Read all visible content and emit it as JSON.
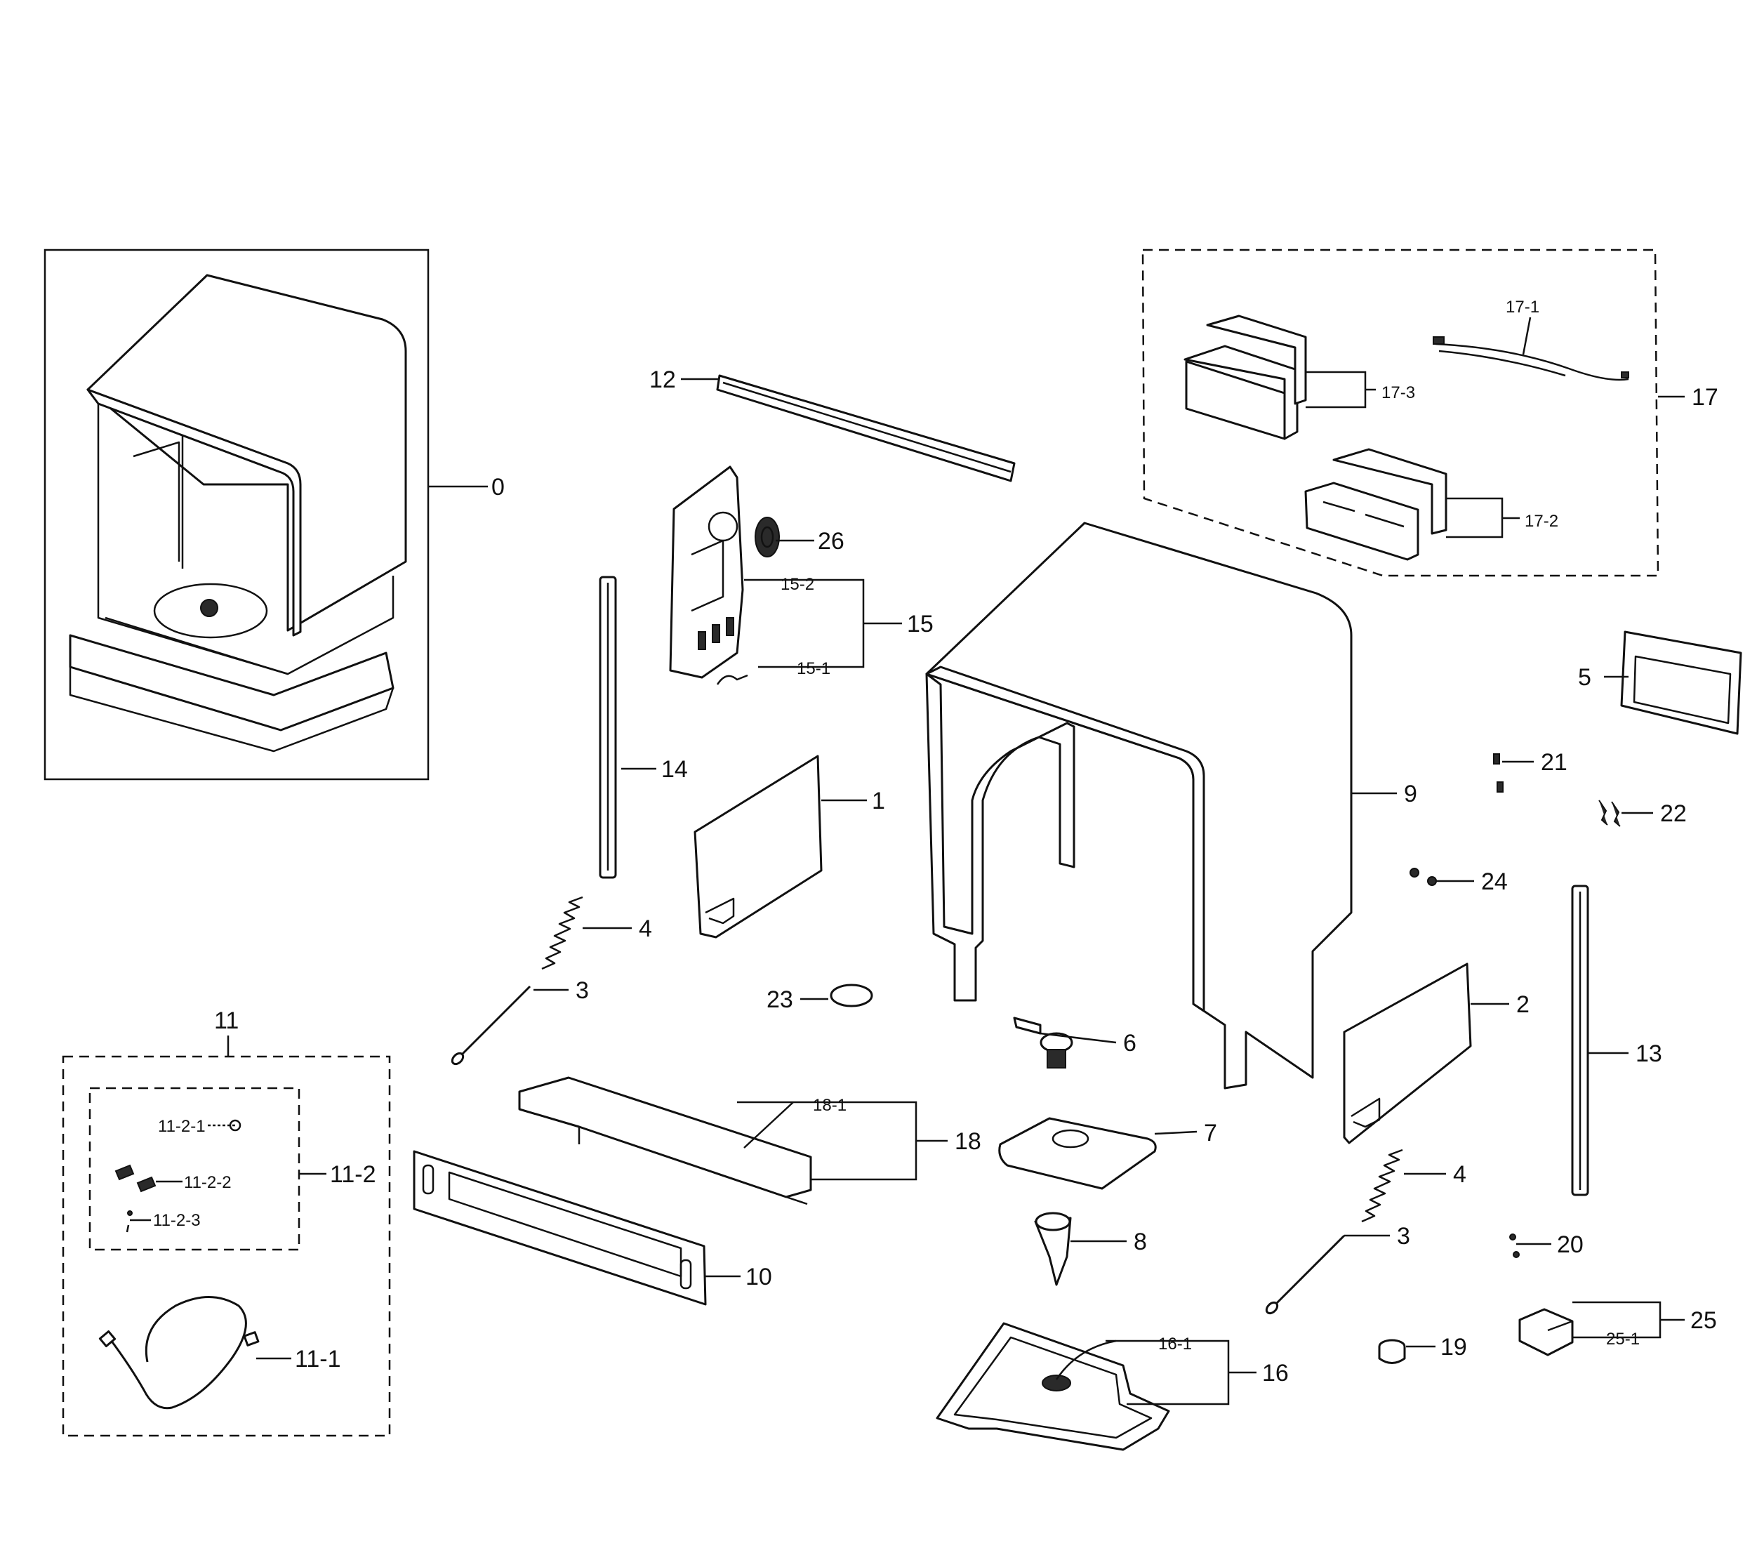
{
  "colors": {
    "line": "#111111",
    "background": "#ffffff"
  },
  "callouts": {
    "c0": "0",
    "c1": "1",
    "c2": "2",
    "c3a": "3",
    "c3b": "3",
    "c4a": "4",
    "c4b": "4",
    "c5": "5",
    "c6": "6",
    "c7": "7",
    "c8": "8",
    "c9": "9",
    "c10": "10",
    "c11": "11",
    "c11_1": "11-1",
    "c11_2": "11-2",
    "c11_2_1": "11-2-1",
    "c11_2_2": "11-2-2",
    "c11_2_3": "11-2-3",
    "c12": "12",
    "c13": "13",
    "c14": "14",
    "c15": "15",
    "c15_1": "15-1",
    "c15_2": "15-2",
    "c16": "16",
    "c16_1": "16-1",
    "c17": "17",
    "c17_1": "17-1",
    "c17_2": "17-2",
    "c17_3": "17-3",
    "c18": "18",
    "c18_1": "18-1",
    "c19": "19",
    "c20": "20",
    "c21": "21",
    "c22": "22",
    "c23": "23",
    "c24": "24",
    "c25": "25",
    "c25_1": "25-1",
    "c26": "26"
  }
}
